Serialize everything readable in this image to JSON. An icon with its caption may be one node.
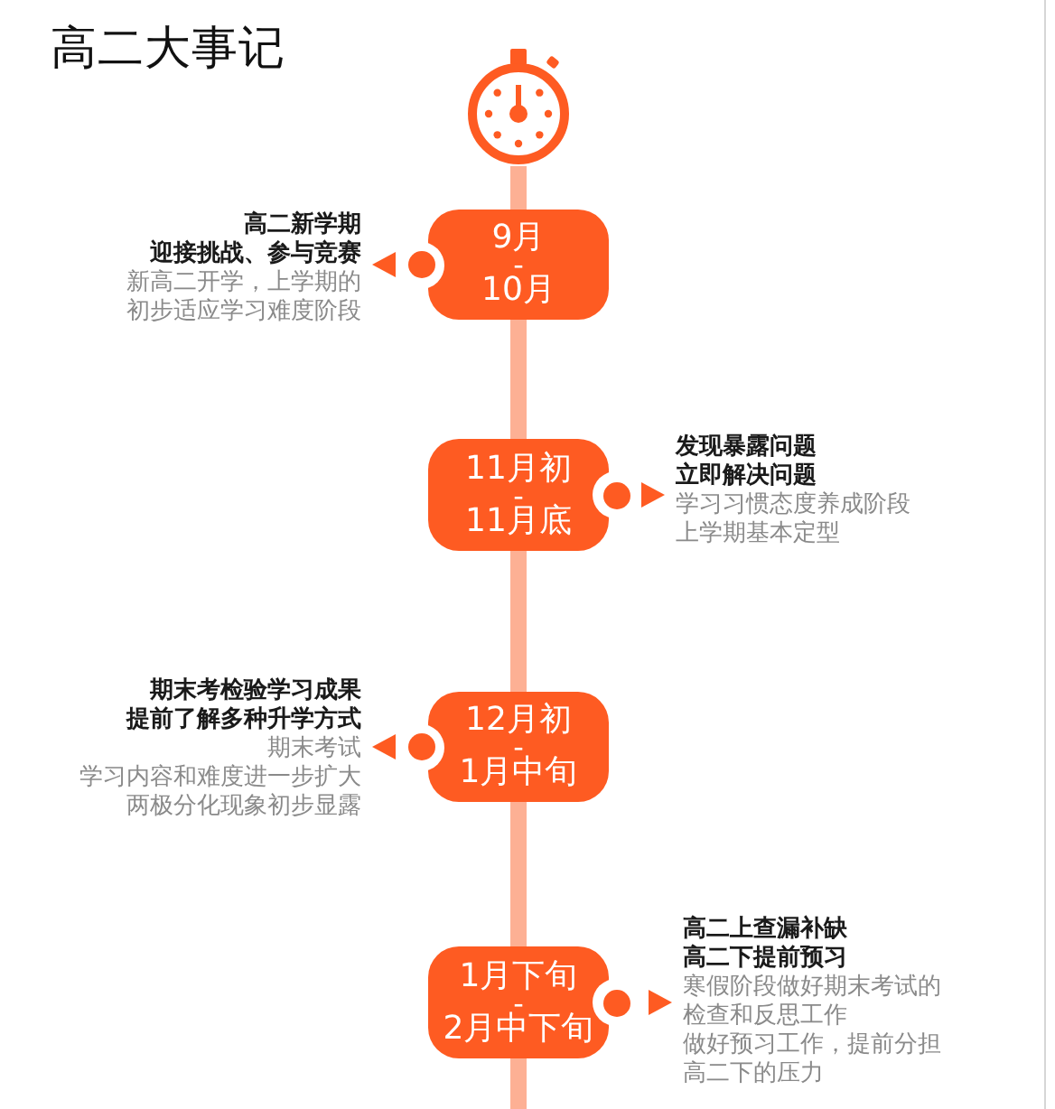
{
  "diagram": {
    "title": "高二大事记",
    "nodes": [
      {
        "text": [],
        "shape": "picture"
      },
      {
        "text": [
          "高二新学期",
          "迎接挑战、参与竞赛",
          "新高二开学，上学期的初步适应学习难度阶段"
        ]
      },
      {
        "text": [
          "9月",
          "-",
          "10月"
        ]
      },
      {
        "text": [
          "11月初",
          "-",
          "11月底"
        ]
      },
      {
        "text": [
          "发现暴露问题",
          "立即解决问题",
          "学习习惯态度养成阶段",
          "上学期基本定型"
        ]
      },
      {
        "text": [
          "期末考检验学习成果",
          "提前了解多种升学方式",
          "期末考试",
          "学习内容和难度进一步扩大",
          "两极分化现象初步显露"
        ]
      },
      {
        "text": [
          "12月初",
          "-",
          "1月中旬"
        ]
      },
      {
        "text": [
          "1月下旬",
          "-",
          "2月中下旬"
        ]
      },
      {
        "text": [
          "高二上查漏补缺",
          "高二下提前预习",
          "寒假阶段做好期末考试的检查和反思工作",
          "做好预习工作，提前分担高二下的压力"
        ]
      }
    ],
    "edges": [
      {
        "from": 0,
        "to": 2,
        "arrow": "none"
      },
      {
        "from": 2,
        "to": 3,
        "arrow": "none"
      },
      {
        "from": 3,
        "to": 6,
        "arrow": "none"
      },
      {
        "from": 6,
        "to": 7,
        "arrow": "none"
      },
      {
        "from": 7,
        "to": null,
        "arrow": "none"
      },
      {
        "from": 2,
        "to": 1,
        "arrow": "to",
        "color": "#fe5b22"
      },
      {
        "from": 3,
        "to": 4,
        "arrow": "to",
        "color": "#fe5b22"
      },
      {
        "from": 6,
        "to": 5,
        "arrow": "to",
        "color": "#fe5b22"
      },
      {
        "from": 7,
        "to": 8,
        "arrow": "to",
        "color": "#fe5b22"
      }
    ]
  }
}
